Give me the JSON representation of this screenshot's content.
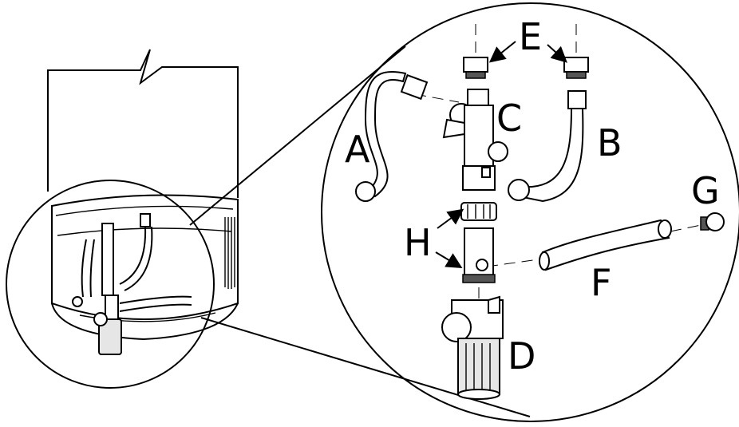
{
  "diagram": {
    "labels": {
      "a": "A",
      "b": "B",
      "c": "C",
      "d": "D",
      "e": "E",
      "f": "F",
      "g": "G",
      "h": "H"
    }
  }
}
